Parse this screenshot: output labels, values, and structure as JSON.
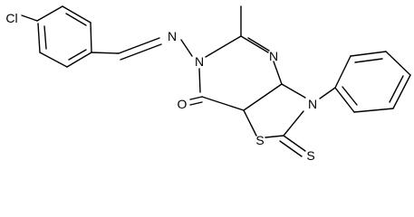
{
  "molecule": {
    "atoms": {
      "cl": "Cl",
      "n_imine": "N",
      "n6": "N",
      "n4": "N",
      "n3": "N",
      "o7": "O",
      "s1": "S",
      "s_thione": "S"
    }
  }
}
